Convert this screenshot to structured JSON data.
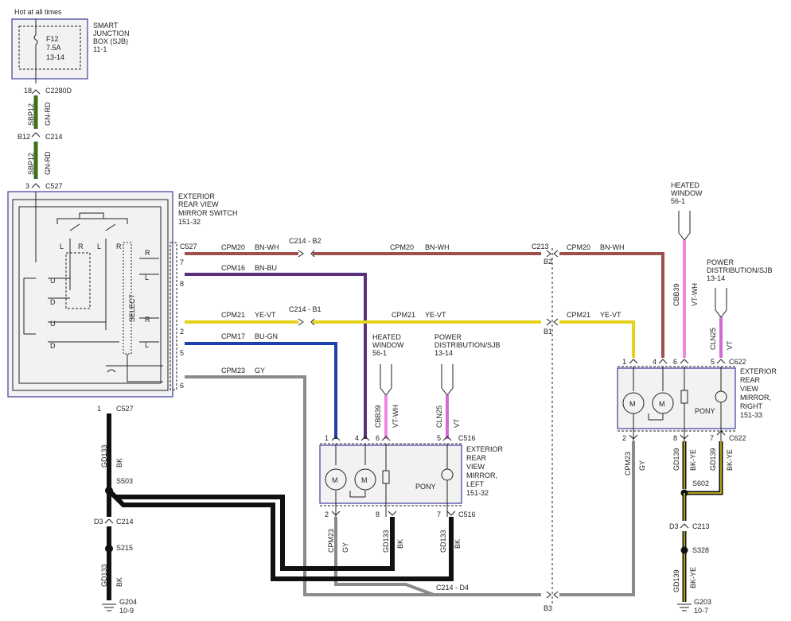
{
  "header": {
    "hot_note": "Hot at all times"
  },
  "sjb": {
    "fuse": "F12",
    "rating": "7.5A",
    "ref": "13-14",
    "title_lines": [
      "SMART",
      "JUNCTION",
      "BOX (SJB)",
      "11-1"
    ]
  },
  "feed": {
    "pin_top": "18",
    "conn_top": "C2280D",
    "circuit_a": "SBP12",
    "color_a": "GN-RD",
    "pin_mid": "B12",
    "conn_mid": "C214",
    "circuit_b": "SBP12",
    "color_b": "GN-RD",
    "pin_bot": "3",
    "conn_bot": "C527"
  },
  "switch": {
    "title_lines": [
      "EXTERIOR",
      "REAR VIEW",
      "MIRROR SWITCH",
      "151-32"
    ],
    "conn": "C527",
    "select": "SELECT",
    "pins": [
      "7",
      "8",
      "2",
      "5",
      "6"
    ],
    "contacts": [
      "L",
      "R",
      "L",
      "R",
      "U",
      "D",
      "U",
      "D",
      "R",
      "L",
      "R",
      "L"
    ],
    "gnd_pin": "1",
    "gnd_conn": "C527"
  },
  "wires": {
    "cpm20": {
      "circuit": "CPM20",
      "color": "BN-WH"
    },
    "cpm16": {
      "circuit": "CPM16",
      "color": "BN-BU"
    },
    "cpm21": {
      "circuit": "CPM21",
      "color": "YE-VT"
    },
    "cpm17": {
      "circuit": "CPM17",
      "color": "BU-GN"
    },
    "cpm23": {
      "circuit": "CPM23",
      "color": "GY"
    },
    "inline_b2": "C214 - B2",
    "inline_b1": "C214 - B1",
    "inline_d4": "C214 - D4",
    "c213": "C213",
    "b2": "B2",
    "b1": "B1",
    "b3": "B3"
  },
  "left_mirror": {
    "title_lines": [
      "EXTERIOR",
      "REAR",
      "VIEW",
      "MIRROR,",
      "LEFT",
      "151-32"
    ],
    "pony": "PONY",
    "heated_lines": [
      "HEATED",
      "WINDOW",
      "56-1"
    ],
    "power_lines": [
      "POWER",
      "DISTRIBUTION/SJB",
      "13-14"
    ],
    "cbb39": "CBB39",
    "vtwh": "VT-WH",
    "cln25": "CLN25",
    "vt": "VT",
    "top_pins": [
      "1",
      "4",
      "6",
      "5"
    ],
    "conn_top": "C516",
    "bot_pins": [
      "2",
      "8",
      "7"
    ],
    "conn_bot": "C516",
    "cpm23": "CPM23",
    "gy": "GY",
    "gd133a": "GD133",
    "bka": "BK",
    "gd133b": "GD133",
    "bkb": "BK",
    "motor": "M"
  },
  "right_mirror": {
    "title_lines": [
      "EXTERIOR",
      "REAR",
      "VIEW",
      "MIRROR,",
      "RIGHT",
      "151-33"
    ],
    "pony": "PONY",
    "heated_lines": [
      "HEATED",
      "WINDOW",
      "56-1"
    ],
    "power_lines": [
      "POWER",
      "DISTRIBUTION/SJB",
      "13-14"
    ],
    "cbb39": "CBB39",
    "vtwh": "VT-WH",
    "cln25": "CLN25",
    "vt": "VT",
    "top_pins": [
      "1",
      "4",
      "6",
      "5"
    ],
    "conn_top": "C622",
    "bot_pins": [
      "2",
      "8",
      "7"
    ],
    "conn_bot": "C622",
    "cpm23": "CPM23",
    "gy": "GY",
    "gd139a": "GD139",
    "bkyea": "BK-YE",
    "gd139b": "GD139",
    "bkyeb": "BK-YE",
    "splice": "S602",
    "d3": "D3",
    "c213": "C213",
    "s328": "S328",
    "gd139c": "GD139",
    "bkyec": "BK-YE",
    "ground": "G203",
    "ground_ref": "10-7",
    "motor": "M"
  },
  "ground_left": {
    "gd133a": "GD133",
    "bka": "BK",
    "splice": "S503",
    "d3": "D3",
    "c214": "C214",
    "s215": "S215",
    "gd133b": "GD133",
    "bkb": "BK",
    "ground": "G204",
    "ground_ref": "10-9"
  },
  "colors": {
    "bn_wh": "#a0504b",
    "bn_bu": "#5a2f7a",
    "ye_vt": "#e5d21a",
    "bu_gn": "#1f3fb0",
    "gy": "#8a8a8a",
    "bk": "#111111",
    "gn_rd": "#3f6e1e",
    "vt_wh": "#e88ae0",
    "vt": "#d36ad4",
    "bk_ye": "#e2d71a",
    "box_border": "#3b3b9e"
  }
}
